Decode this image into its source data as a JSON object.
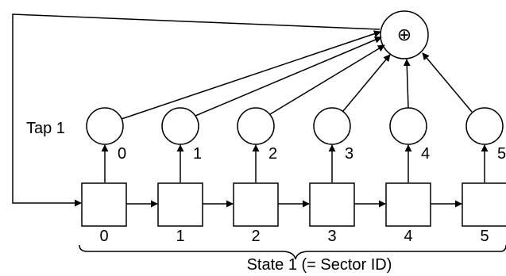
{
  "diagram": {
    "xor_symbol": "⊕",
    "tap_label": "Tap 1",
    "tap_indices": [
      "0",
      "1",
      "2",
      "3",
      "4",
      "5"
    ],
    "register_indices": [
      "0",
      "1",
      "2",
      "3",
      "4",
      "5"
    ],
    "state_caption": "State 1 (= Sector ID)"
  }
}
